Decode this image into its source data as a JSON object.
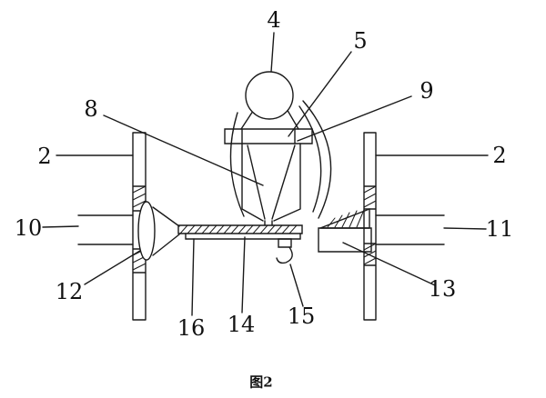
{
  "figure": {
    "caption": "图2",
    "labels": [
      {
        "text": "4"
      },
      {
        "text": "5"
      },
      {
        "text": "9"
      },
      {
        "text": "8"
      },
      {
        "text": "2"
      },
      {
        "text": "2"
      },
      {
        "text": "10"
      },
      {
        "text": "11"
      },
      {
        "text": "12"
      },
      {
        "text": "13"
      },
      {
        "text": "16"
      },
      {
        "text": "14"
      },
      {
        "text": "15"
      }
    ],
    "line_color": "#1a1a1a"
  }
}
